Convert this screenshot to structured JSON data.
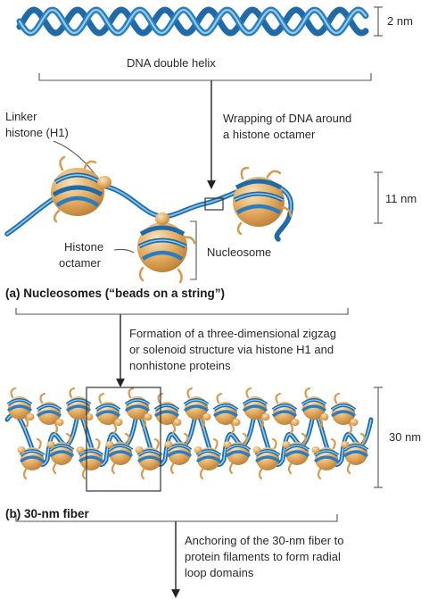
{
  "colors": {
    "dna_dark": "#1f6aa8",
    "dna_light": "#7cc3ea",
    "histone": "#e0a85a",
    "histone_highlight": "#f6dcae",
    "histone_tail": "#d89a4e",
    "line": "#555555"
  },
  "labels": {
    "scale_2nm": "2 nm",
    "dna_double_helix": "DNA double helix",
    "linker_line1": "Linker",
    "linker_line2": "histone (H1)",
    "wrapping_line1": "Wrapping of DNA around",
    "wrapping_line2": "a histone octamer",
    "scale_11nm": "11 nm",
    "histone_line1": "Histone",
    "histone_line2": "octamer",
    "nucleosome": "Nucleosome",
    "caption_a": "(a) Nucleosomes (“beads on a string”)",
    "formation_line1": "Formation of a three-dimensional zigzag",
    "formation_line2": "or solenoid structure via histone H1 and",
    "formation_line3": "nonhistone proteins",
    "scale_30nm": "30 nm",
    "caption_b": "(b) 30-nm fiber",
    "anchoring_line1": "Anchoring of the 30-nm fiber to",
    "anchoring_line2": "protein filaments to form radial",
    "anchoring_line3": "loop domains"
  }
}
